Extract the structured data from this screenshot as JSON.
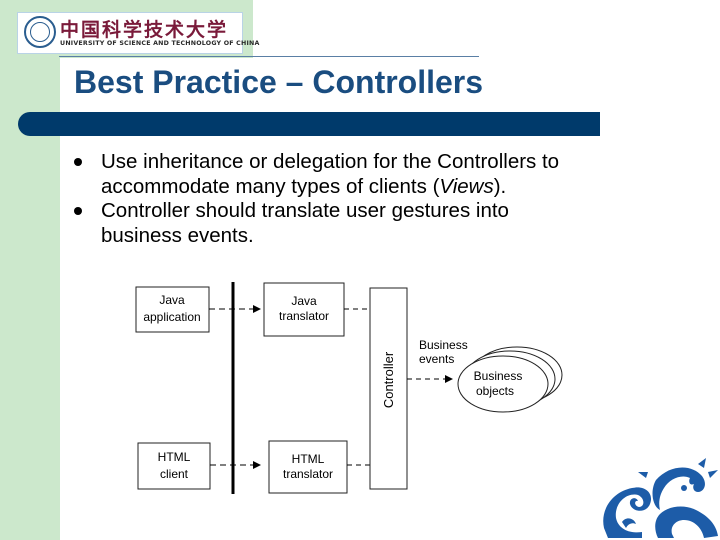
{
  "logo": {
    "chinese_name": "中国科学技术大学",
    "english_name": "UNIVERSITY OF SCIENCE AND TECHNOLOGY OF CHINA"
  },
  "slide": {
    "title": "Best Practice – Controllers",
    "bullets": [
      {
        "lines": [
          "Use inheritance or delegation for the Controllers to",
          "accommodate many types of clients (Views)."
        ]
      },
      {
        "lines": [
          "Controller should translate user gestures into",
          "business events."
        ]
      }
    ]
  },
  "diagram": {
    "java_app": [
      "Java",
      "application"
    ],
    "java_translator": [
      "Java",
      "translator"
    ],
    "html_client": [
      "HTML",
      "client"
    ],
    "html_translator": [
      "HTML",
      "translator"
    ],
    "controller": "Controller",
    "business_events": [
      "Business",
      "events"
    ],
    "business_objects": [
      "Business",
      "objects"
    ]
  },
  "colors": {
    "accent_navy": "#003a6b",
    "title_blue": "#1a4d80",
    "strip_green": "#cce8cc",
    "dragon_blue": "#1d5ca8"
  }
}
